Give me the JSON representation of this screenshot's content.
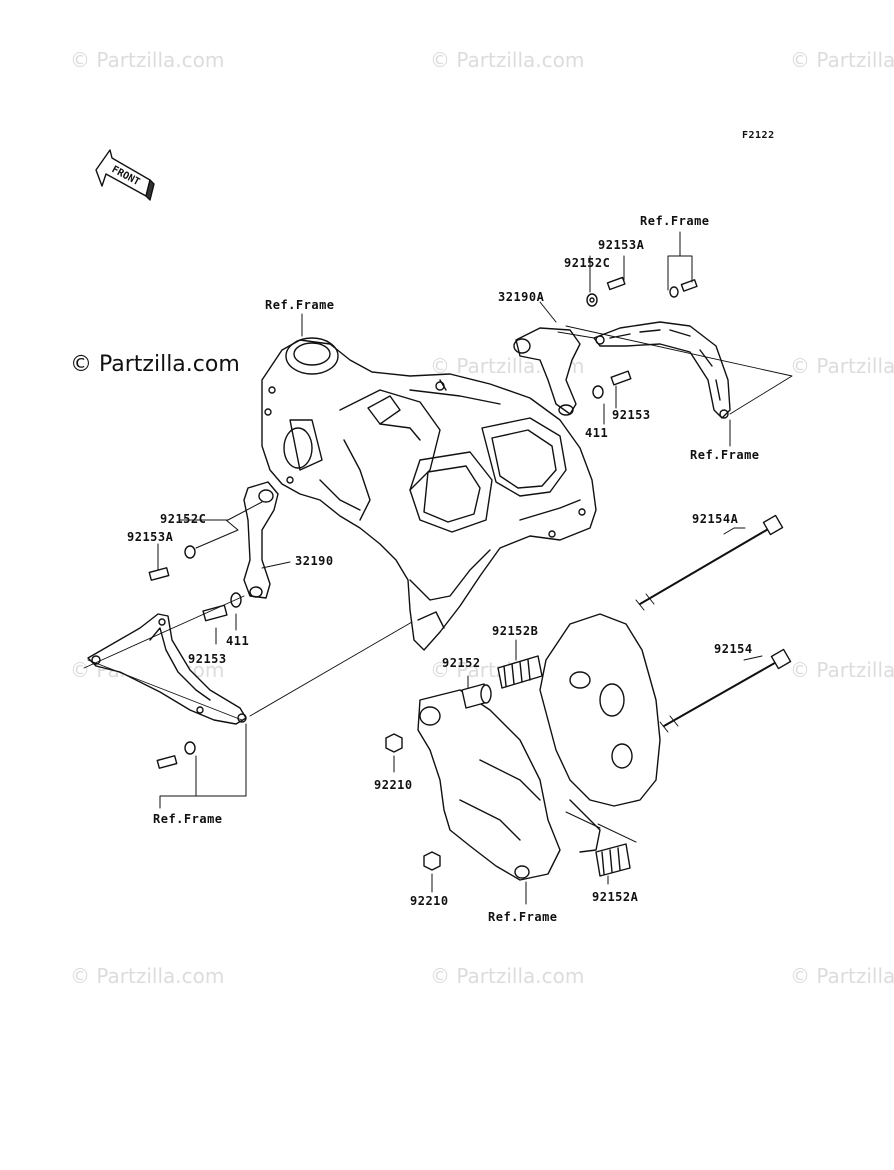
{
  "watermark": {
    "text": "© Partzilla.com"
  },
  "diagram_code": "F2122",
  "front_label": "FRONT",
  "labels": {
    "ref_frame": "Ref.Frame",
    "p32190A": "32190A",
    "p92153A": "92153A",
    "p92152C": "92152C",
    "p92153": "92153",
    "p411": "411",
    "p32190": "32190",
    "p92154A": "92154A",
    "p92154": "92154",
    "p92152B": "92152B",
    "p92152": "92152",
    "p92210": "92210",
    "p92152A": "92152A"
  }
}
